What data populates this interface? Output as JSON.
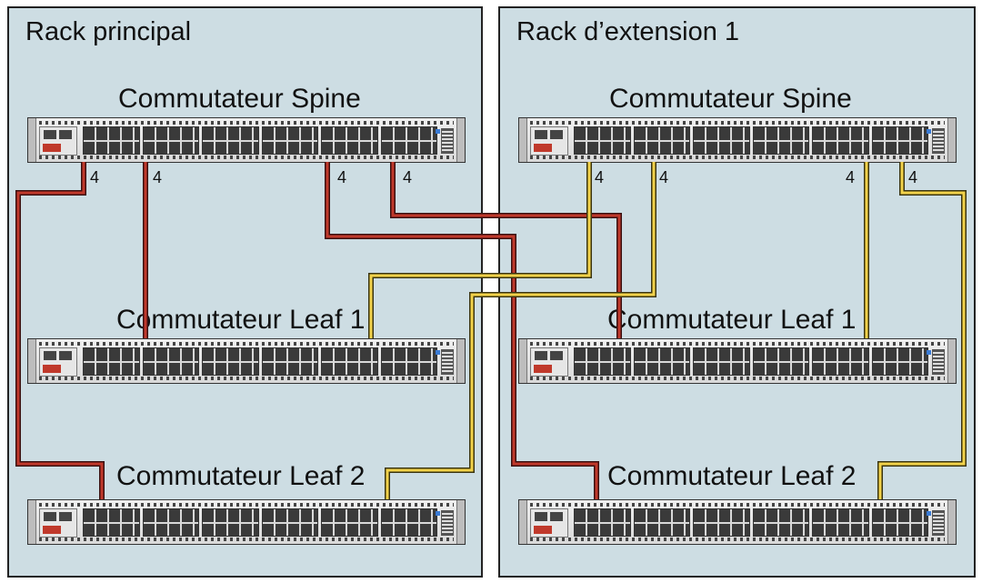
{
  "racks": [
    {
      "title": "Rack principal",
      "switches": {
        "spine": "Commutateur Spine",
        "leaf1": "Commutateur Leaf 1",
        "leaf2": "Commutateur Leaf 2"
      }
    },
    {
      "title": "Rack d’extension 1",
      "switches": {
        "spine": "Commutateur Spine",
        "leaf1": "Commutateur Leaf 1",
        "leaf2": "Commutateur Leaf 2"
      }
    }
  ],
  "link_count_labels": [
    "4",
    "4",
    "4",
    "4",
    "4",
    "4",
    "4",
    "4"
  ],
  "colors": {
    "rack_background": "#cddde3",
    "main_rack_links": "#c0392b",
    "extension_rack_links": "#f2d24a"
  }
}
